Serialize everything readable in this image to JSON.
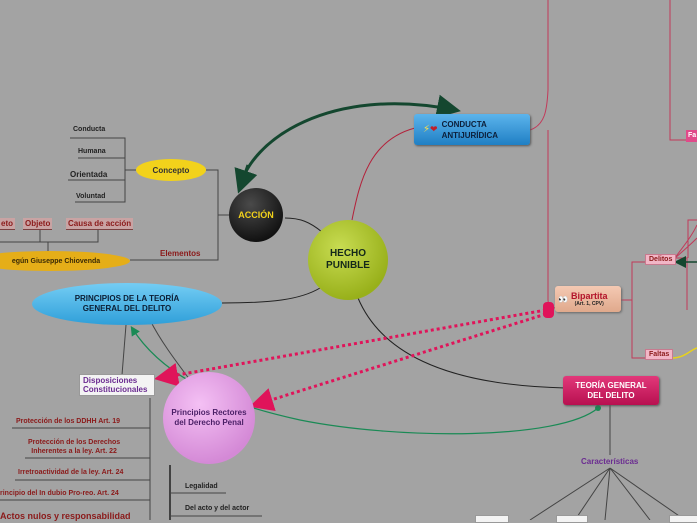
{
  "nodes": {
    "central": [
      "HECHO",
      "PUNIBLE"
    ],
    "accion": "ACCIÓN",
    "conducta": [
      "CONDUCTA",
      "ANTIJURÍDICA"
    ],
    "concepto": "Concepto",
    "elementos": "Elementos",
    "principios": [
      "PRINCIPIOS DE LA TEORÍA",
      "GENERAL DEL DELITO"
    ],
    "chiovenda": "egún Giuseppe Chiovenda",
    "teoria": [
      "TEORÍA GENERAL",
      "DEL DELITO"
    ],
    "caracteristicas": "Características",
    "bipartita": "Bipartita",
    "bipartita_sub": "(Art. 1, CPV)",
    "delitos": "Delitos",
    "faltas": "Faltas",
    "fa_edge": "Fa",
    "disposiciones": [
      "Disposiciones",
      "Constitucionales"
    ],
    "rectores": [
      "Principios Rectores",
      "del Derecho Penal"
    ]
  },
  "concepto_children": [
    "Conducta",
    "Humana",
    "Orientada",
    "Voluntad"
  ],
  "elements_tags": [
    "eto",
    "Objeto",
    "Causa de acción"
  ],
  "constitutional_items": [
    "Protección de los DDHH Art. 19",
    [
      "Protección de los Derechos",
      "Inherentes a la ley. Art. 22"
    ],
    "Irretroactividad de la ley. Art. 24",
    "rincipio del In dubio Pro-reo. Art. 24",
    "Actos nulos y responsabilidad"
  ],
  "rectores_items": [
    "Legalidad",
    "Del acto y del actor"
  ],
  "colors": {
    "background": "#a3a3a3",
    "central": "#a9c21f",
    "accion": "#1c1c1c",
    "conducta": "#2b8fd4",
    "principios": "#4cb6e8",
    "teoria": "#d3195c",
    "rectores": "#e59ae6",
    "concepto": "#f2d21b",
    "chiovenda": "#e5ae18",
    "dotted_link": "#e0145a",
    "green_link": "#1a8a55",
    "dark_link": "#14472f"
  }
}
